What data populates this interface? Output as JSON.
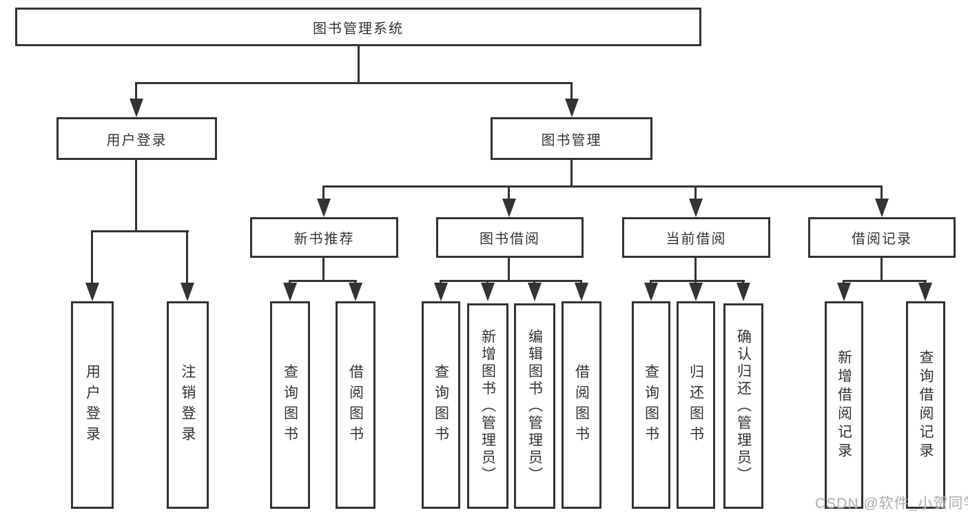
{
  "tree": {
    "root": {
      "label": "图书管理系统"
    },
    "branches": [
      {
        "label": "用户登录",
        "children": [
          {
            "label": "用户登录"
          },
          {
            "label": "注销登录"
          }
        ]
      },
      {
        "label": "图书管理",
        "children": [
          {
            "label": "新书推荐",
            "children": [
              {
                "label": "查询图书"
              },
              {
                "label": "借阅图书"
              }
            ]
          },
          {
            "label": "图书借阅",
            "children": [
              {
                "label": "查询图书"
              },
              {
                "label": "新增图书（管理员）"
              },
              {
                "label": "编辑图书（管理员）"
              },
              {
                "label": "借阅图书"
              }
            ]
          },
          {
            "label": "当前借阅",
            "children": [
              {
                "label": "查询图书"
              },
              {
                "label": "归还图书"
              },
              {
                "label": "确认归还（管理员）"
              }
            ]
          },
          {
            "label": "借阅记录",
            "children": [
              {
                "label": "新增借阅记录"
              },
              {
                "label": "查询借阅记录"
              }
            ]
          }
        ]
      }
    ]
  },
  "watermark": {
    "text": "CSDN @软件_小贺同学"
  },
  "colors": {
    "line": "#333333",
    "text": "#333333",
    "background": "#ffffff",
    "watermark": "#b3b3b3"
  }
}
